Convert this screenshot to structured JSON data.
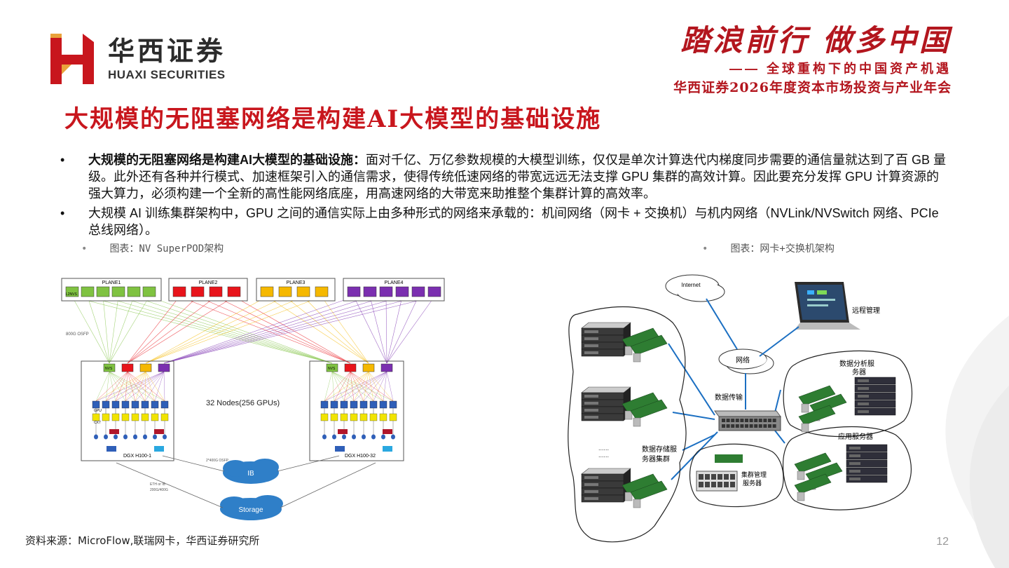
{
  "header": {
    "logo_cn": "华西证券",
    "logo_en": "HUAXI SECURITIES",
    "slogan_main": "踏浪前行 做多中国",
    "slogan_sub": "—— 全球重构下的中国资产机遇",
    "slogan_conf": "华西证券2026年度资本市场投资与产业年会"
  },
  "title": "大规模的无阻塞网络是构建AI大模型的基础设施",
  "bullets": [
    {
      "dot": "•",
      "bold": "大规模的无阻塞网络是构建AI大模型的基础设施：",
      "text": "面对千亿、万亿参数规模的大模型训练，仅仅是单次计算迭代内梯度同步需要的通信量就达到了百 GB 量级。此外还有各种并行模式、加速框架引入的通信需求，使得传统低速网络的带宽远远无法支撑 GPU 集群的高效计算。因此要充分发挥 GPU 计算资源的强大算力，必须构建一个全新的高性能网络底座，用高速网络的大带宽来助推整个集群计算的高效率。"
    },
    {
      "dot": "•",
      "bold": "",
      "text": "大规模 AI 训练集群架构中，GPU 之间的通信实际上由多种形式的网络来承载的：机间网络（网卡 + 交换机）与机内网络（NVLink/NVSwitch 网络、PCIe 总线网络）。"
    }
  ],
  "figures": {
    "left_caption_dot": "•",
    "left_caption": "图表：NV SuperPOD架构",
    "right_caption_dot": "•",
    "right_caption": "图表：网卡+交换机架构"
  },
  "superpod": {
    "planes": [
      "PLANE1",
      "PLANE2",
      "PLANE3",
      "PLANE4"
    ],
    "l2nvs": "L2NVS",
    "nvs": "NVS",
    "link_label": "800G OSFP",
    "nodes_label": "32 Nodes(256 GPUs)",
    "gpu": "GPU",
    "cx7": "CX7",
    "dgx_left": "DGX H100-1",
    "dgx_right": "DGX H100-32",
    "osfp2": "2*400G OSFP",
    "eth": "ETH or IB",
    "eth_speed": "200G/400G",
    "ib": "IB",
    "storage": "Storage",
    "plane_colors": [
      "#7fc241",
      "#e8141b",
      "#f5b800",
      "#7b2fb0"
    ]
  },
  "nicnet": {
    "internet": "Internet",
    "network": "网络",
    "remote": "远程管理",
    "data_transfer": "数据传输",
    "analysis": "数据分析服务器",
    "analysis_line1": "数据分析服",
    "analysis_line2": "务器",
    "app_server": "应用服务器",
    "storage_cluster_line1": "数据存储服",
    "storage_cluster_line2": "务器集群",
    "cluster_mgmt_line1": "集群管理",
    "cluster_mgmt_line2": "服务器",
    "dots": "......"
  },
  "source": "资料来源：MicroFlow,联瑞网卡，华西证券研究所",
  "page_number": "12"
}
